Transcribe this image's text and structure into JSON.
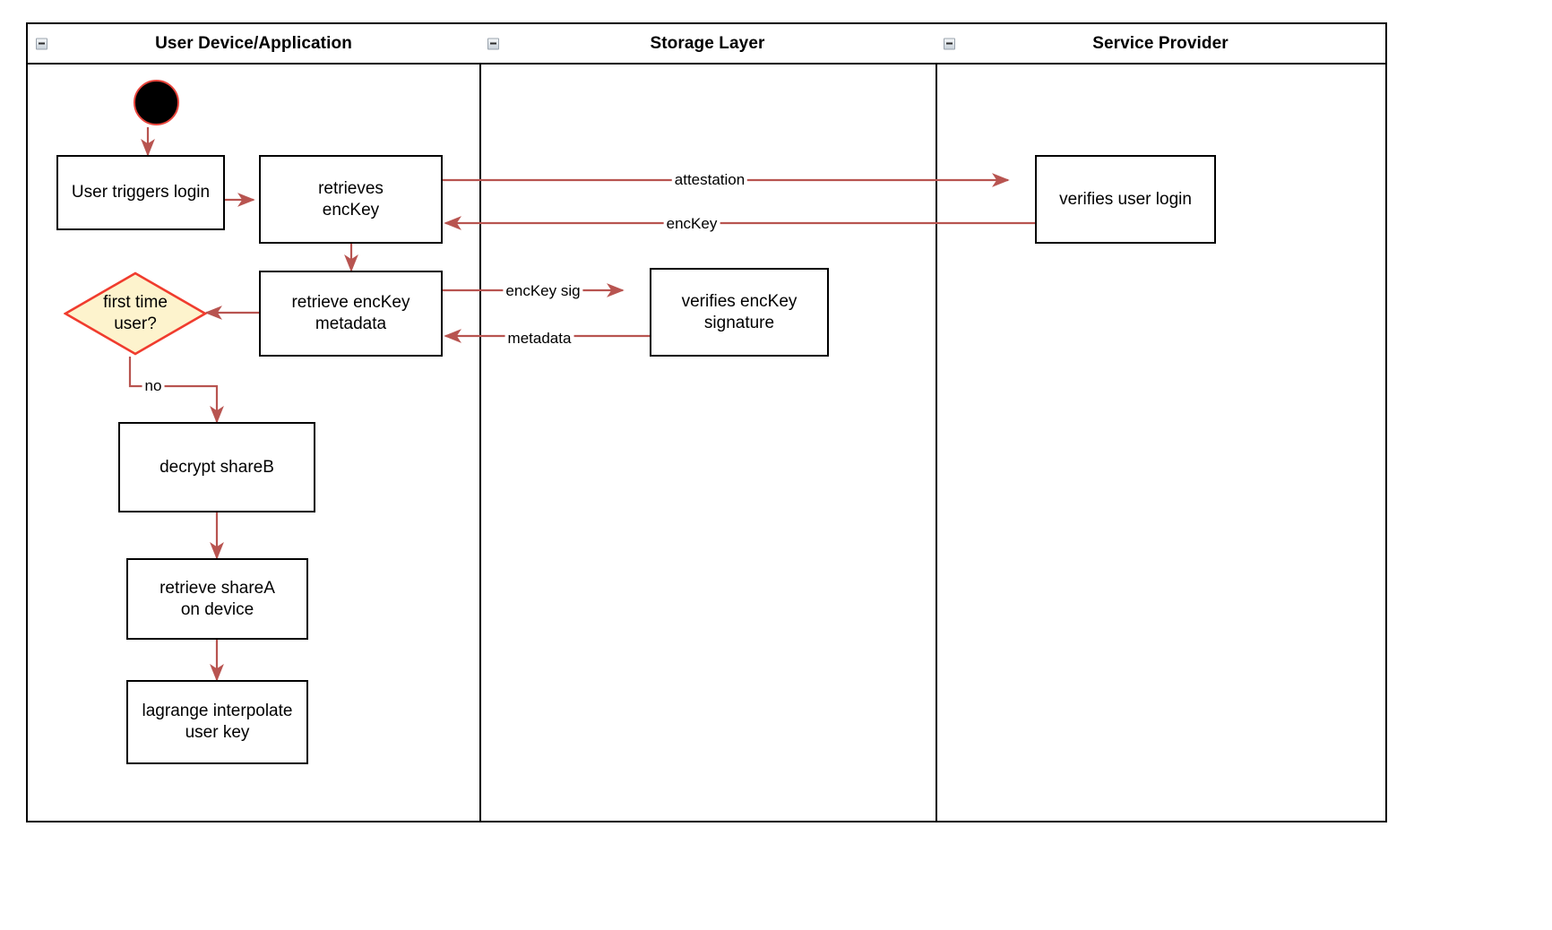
{
  "diagram": {
    "pools": [
      {
        "title": "User Device/Application",
        "collapse_icon": "collapse-minus-icon"
      },
      {
        "title": "Storage Layer",
        "collapse_icon": "collapse-minus-icon"
      },
      {
        "title": "Service Provider",
        "collapse_icon": "collapse-minus-icon"
      }
    ],
    "nodes": [
      {
        "id": "start",
        "label": "",
        "type": "start-circle",
        "lane": "User Device/Application"
      },
      {
        "id": "user-triggers-login",
        "label": "User triggers login",
        "type": "activity",
        "lane": "User Device/Application"
      },
      {
        "id": "retrieves-enckey",
        "label": "retrieves\nencKey",
        "type": "activity",
        "lane": "User Device/Application"
      },
      {
        "id": "retrieve-enckey-metadata",
        "label": "retrieve encKey\nmetadata",
        "type": "activity",
        "lane": "User Device/Application"
      },
      {
        "id": "first-time-user",
        "label": "first time\nuser?",
        "type": "decision",
        "lane": "User Device/Application"
      },
      {
        "id": "decrypt-shareb",
        "label": "decrypt shareB",
        "type": "activity",
        "lane": "User Device/Application"
      },
      {
        "id": "retrieve-sharea-on-device",
        "label": "retrieve shareA\non device",
        "type": "activity",
        "lane": "User Device/Application"
      },
      {
        "id": "lagrange-interpolate-user-key",
        "label": "lagrange interpolate\nuser key",
        "type": "activity",
        "lane": "User Device/Application"
      },
      {
        "id": "verifies-enckey-signature",
        "label": "verifies encKey\nsignature",
        "type": "activity",
        "lane": "Storage Layer"
      },
      {
        "id": "verifies-user-login",
        "label": "verifies user login",
        "type": "activity",
        "lane": "Service Provider"
      }
    ],
    "edges": [
      {
        "id": "e-start-login",
        "label": "",
        "from": "start",
        "to": "user-triggers-login"
      },
      {
        "id": "e-login-retrieves",
        "label": "",
        "from": "user-triggers-login",
        "to": "retrieves-enckey"
      },
      {
        "id": "e-attestation",
        "label": "attestation",
        "from": "retrieves-enckey",
        "to": "verifies-user-login"
      },
      {
        "id": "e-enckey",
        "label": "encKey",
        "from": "verifies-user-login",
        "to": "retrieves-enckey"
      },
      {
        "id": "e-retrieves-metadata",
        "label": "",
        "from": "retrieves-enckey",
        "to": "retrieve-enckey-metadata"
      },
      {
        "id": "e-enckey-sig",
        "label": "encKey sig",
        "from": "retrieve-enckey-metadata",
        "to": "verifies-enckey-signature"
      },
      {
        "id": "e-metadata",
        "label": "metadata",
        "from": "verifies-enckey-signature",
        "to": "retrieve-enckey-metadata"
      },
      {
        "id": "e-metadata-decision",
        "label": "",
        "from": "retrieve-enckey-metadata",
        "to": "first-time-user"
      },
      {
        "id": "e-no",
        "label": "no",
        "from": "first-time-user",
        "to": "decrypt-shareb"
      },
      {
        "id": "e-shareb-sharea",
        "label": "",
        "from": "decrypt-shareb",
        "to": "retrieve-sharea-on-device"
      },
      {
        "id": "e-sharea-lagrange",
        "label": "",
        "from": "retrieve-sharea-on-device",
        "to": "lagrange-interpolate-user-key"
      }
    ],
    "colors": {
      "edge": "#b85450",
      "node_border": "#000000",
      "decision_fill": "#fdf3cd",
      "decision_border": "#f03c2e",
      "start_fill": "#000000",
      "start_border": "#e8453c",
      "background": "#ffffff"
    }
  }
}
